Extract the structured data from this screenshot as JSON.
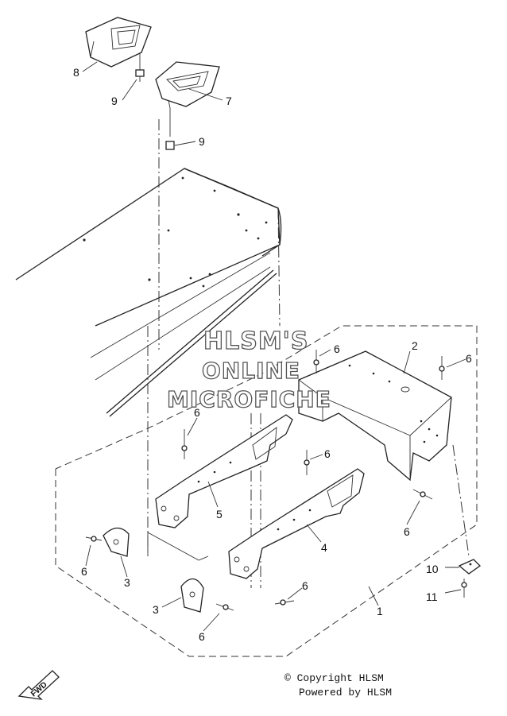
{
  "watermark": {
    "line1": "HLSM'S",
    "line2": "ONLINE",
    "line3": "MICROFICHE"
  },
  "copyright": {
    "line1": "© Copyright HLSM",
    "line2": "Powered by HLSM"
  },
  "fwd_label": "FWD",
  "callouts": {
    "n8": "8",
    "n9a": "9",
    "n7": "7",
    "n9b": "9",
    "n2": "2",
    "n6a": "6",
    "n6b": "6",
    "n6c": "6",
    "n6d": "6",
    "n5": "5",
    "n6e": "6",
    "n4": "4",
    "n6f": "6",
    "n3a": "3",
    "n10": "10",
    "n6g": "6",
    "n3b": "3",
    "n1": "1",
    "n11": "11",
    "n6h": "6"
  }
}
